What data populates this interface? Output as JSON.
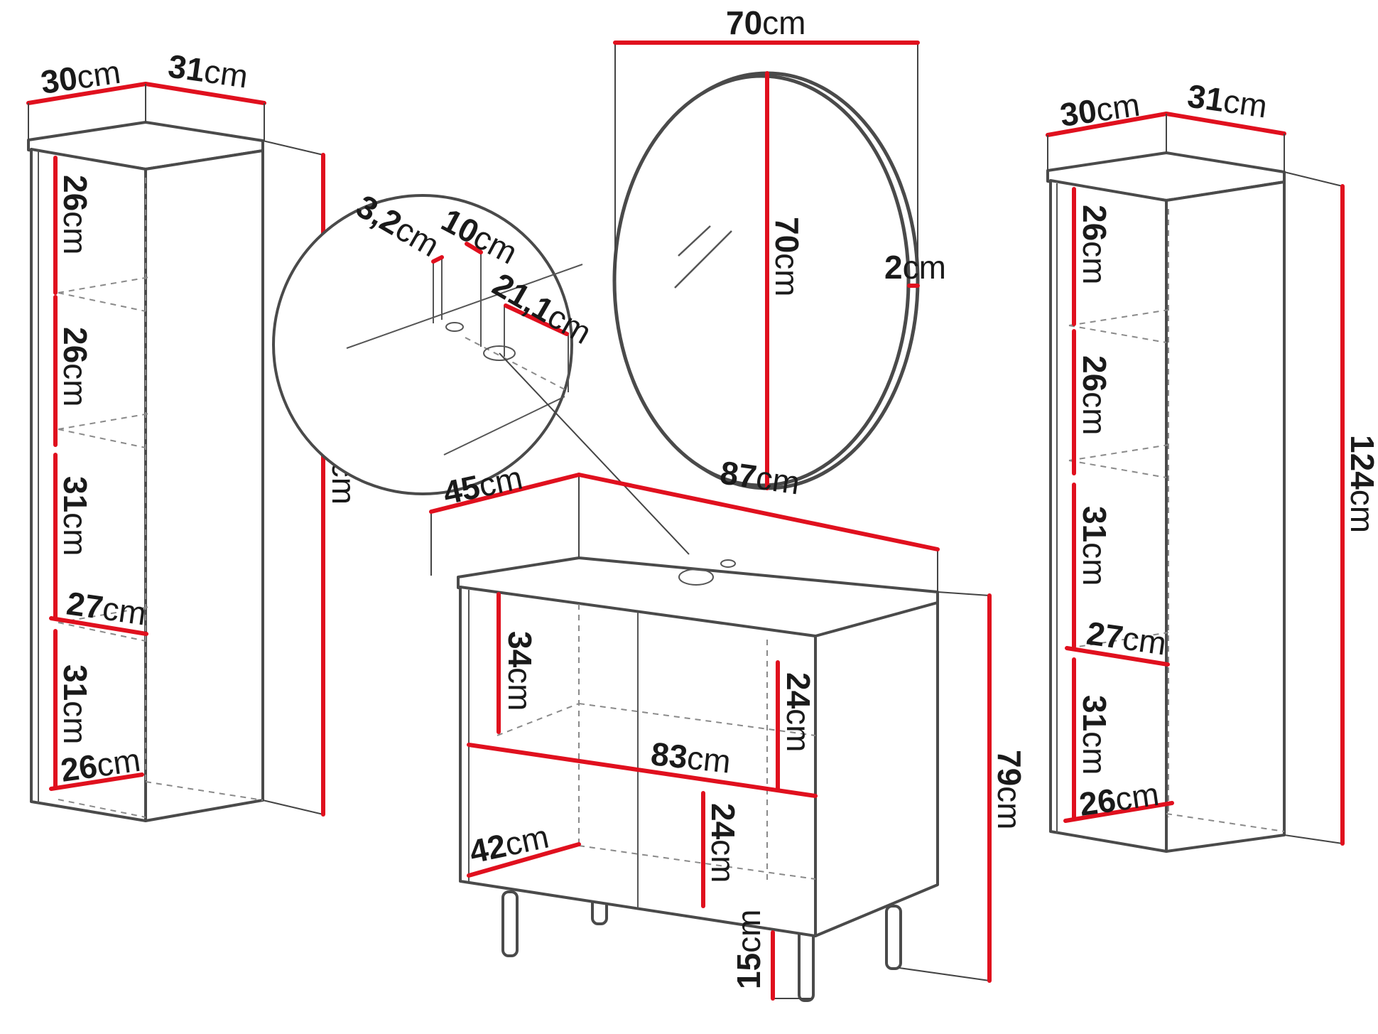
{
  "unit": "cm",
  "left_cabinet": {
    "width": "30",
    "depth": "31",
    "height": "124",
    "shelf_1": "26",
    "shelf_2": "26",
    "shelf_3": "31",
    "shelf_depth": "27",
    "shelf_4": "31",
    "bottom_depth": "26"
  },
  "right_cabinet": {
    "width": "30",
    "depth": "31",
    "height": "124",
    "shelf_1": "26",
    "shelf_2": "26",
    "shelf_3": "31",
    "shelf_depth": "27",
    "shelf_4": "31",
    "bottom_depth": "26"
  },
  "mirror": {
    "width": "70",
    "height": "70",
    "thickness": "2"
  },
  "sink_detail": {
    "tap_hole": "3,2",
    "tap_offset": "10",
    "drain_offset": "21,1"
  },
  "vanity": {
    "depth": "45",
    "width": "87",
    "height": "79",
    "upper_compartment": "34",
    "door_upper": "24",
    "inner_width": "83",
    "door_lower": "24",
    "inner_depth": "42",
    "legs": "15"
  }
}
